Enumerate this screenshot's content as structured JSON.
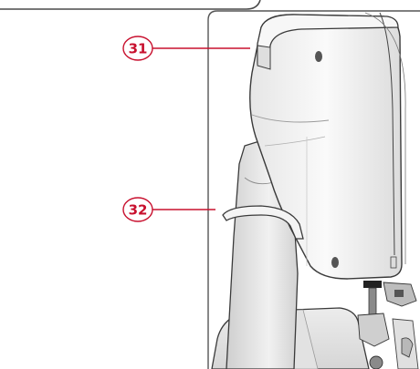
{
  "callouts": [
    {
      "id": "31",
      "label": "31"
    },
    {
      "id": "32",
      "label": "32"
    }
  ],
  "colors": {
    "callout": "#c8102e",
    "machine_outline": "#3a3a3a",
    "machine_fill": "#f2f2f2",
    "machine_shadow": "#d9d9d9",
    "frame": "#555555"
  }
}
